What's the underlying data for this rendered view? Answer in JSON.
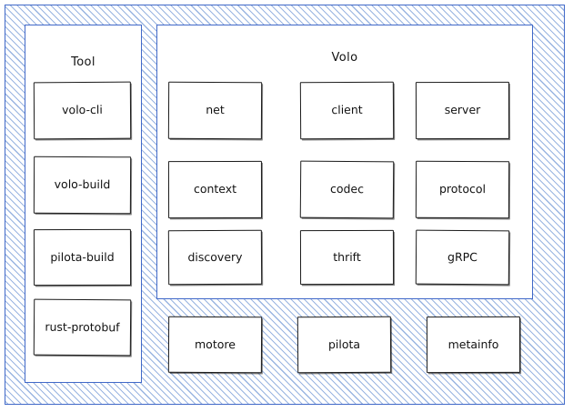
{
  "diagram": {
    "style": "hand-drawn",
    "background_color": "#ffffff",
    "frame_color": "#4169c8",
    "hatch_color": "#4678c8",
    "node_border_color": "#1b1b1b",
    "text_color": "#111111"
  },
  "groups": [
    {
      "id": "tool",
      "title": "Tool",
      "nodes": [
        {
          "label": "volo-cli"
        },
        {
          "label": "volo-build"
        },
        {
          "label": "pilota-build"
        },
        {
          "label": "rust-protobuf"
        }
      ]
    },
    {
      "id": "volo",
      "title": "Volo",
      "nodes": [
        {
          "label": "net"
        },
        {
          "label": "client"
        },
        {
          "label": "server"
        },
        {
          "label": "context"
        },
        {
          "label": "codec"
        },
        {
          "label": "protocol"
        },
        {
          "label": "discovery"
        },
        {
          "label": "thrift"
        },
        {
          "label": "gRPC"
        }
      ]
    }
  ],
  "base_nodes": [
    {
      "label": "motore"
    },
    {
      "label": "pilota"
    },
    {
      "label": "metainfo"
    }
  ]
}
